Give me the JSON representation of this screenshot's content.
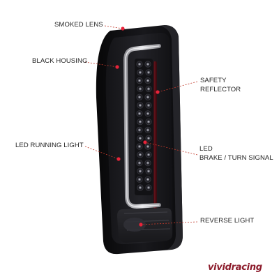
{
  "callouts": {
    "smoked_lens": "SMOKED LENS",
    "black_housing": "BLACK HOUSING",
    "safety_reflector_line1": "SAFETY",
    "safety_reflector_line2": "REFLECTOR",
    "led_running_light": "LED RUNNING LIGHT",
    "led_brake_line1": "LED",
    "led_brake_line2": "BRAKE / TURN SIGNAL",
    "reverse_light": "REVERSE LIGHT"
  },
  "watermark": {
    "part1": "vivid",
    "part2": "racing"
  },
  "colors": {
    "callout_line": "#c0392b",
    "callout_dot": "#e8243a",
    "housing": "#0f0f12",
    "lens": "#1b1b1f",
    "light_bar": "#d8d8d8",
    "brand": "#8c1b2b"
  }
}
